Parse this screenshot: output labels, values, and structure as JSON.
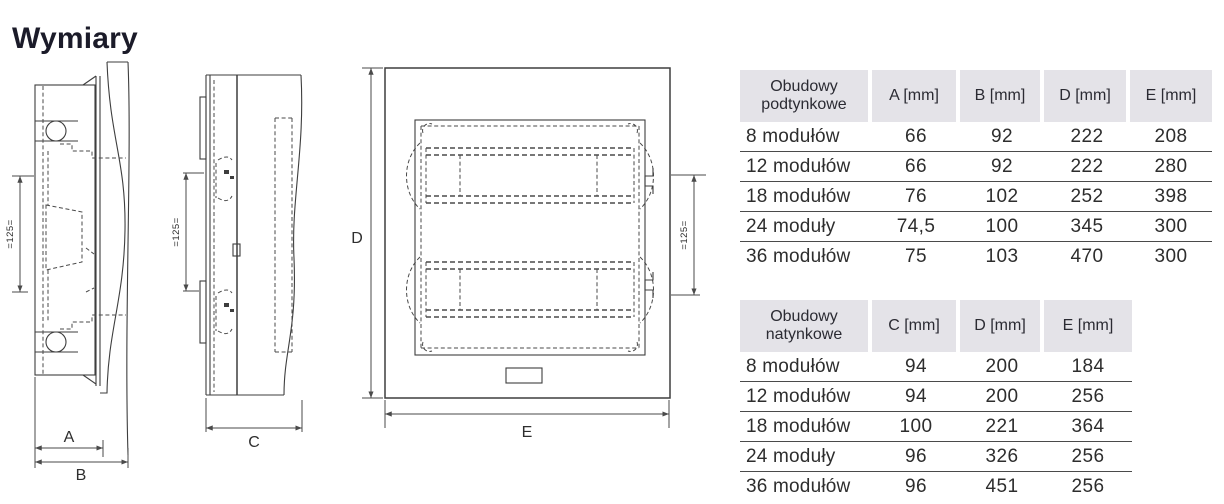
{
  "title": "Wymiary",
  "drawings": {
    "labels": {
      "a": "A",
      "b": "B",
      "c": "C",
      "d": "D",
      "e": "E",
      "rail": "=125="
    }
  },
  "tables": {
    "flush": {
      "header": [
        "Obudowy podtynkowe",
        "A [mm]",
        "B [mm]",
        "D [mm]",
        "E [mm]"
      ],
      "rows": [
        [
          "8 modułów",
          "66",
          "92",
          "222",
          "208"
        ],
        [
          "12 modułów",
          "66",
          "92",
          "222",
          "280"
        ],
        [
          "18 modułów",
          "76",
          "102",
          "252",
          "398"
        ],
        [
          "24 moduły",
          "74,5",
          "100",
          "345",
          "300"
        ],
        [
          "36 modułów",
          "75",
          "103",
          "470",
          "300"
        ]
      ]
    },
    "surface": {
      "header": [
        "Obudowy natynkowe",
        "C [mm]",
        "D [mm]",
        "E [mm]"
      ],
      "rows": [
        [
          "8 modułów",
          "94",
          "200",
          "184"
        ],
        [
          "12 modułów",
          "94",
          "200",
          "256"
        ],
        [
          "18 modułów",
          "100",
          "221",
          "364"
        ],
        [
          "24 moduły",
          "96",
          "326",
          "256"
        ],
        [
          "36 modułów",
          "96",
          "451",
          "256"
        ]
      ]
    }
  },
  "colors": {
    "header_bg": "#e4e3e8",
    "row_line": "#4a4a4a",
    "text": "#2d2d2d",
    "title": "#1b1b29"
  }
}
